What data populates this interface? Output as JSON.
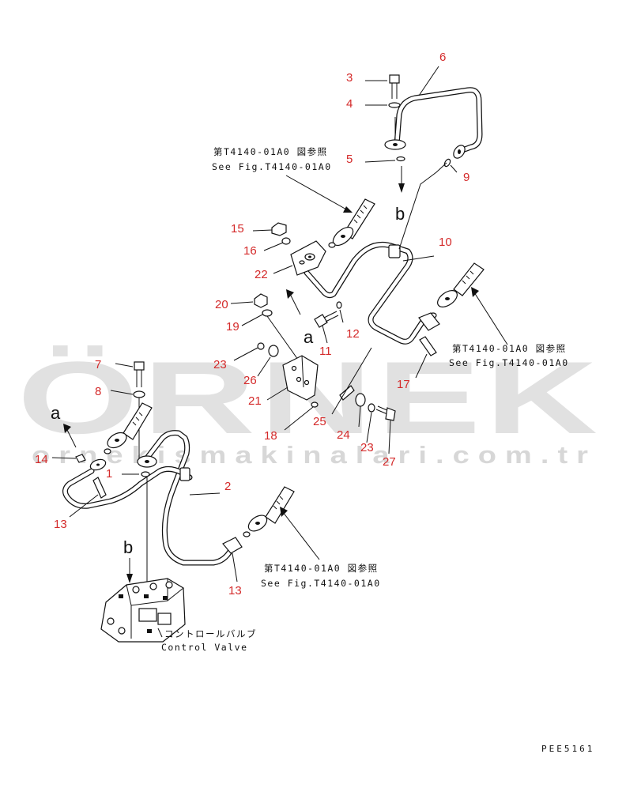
{
  "watermark": {
    "brand": "ÖRNEK",
    "url": "ornekismakinalari.com.tr",
    "accent_color": "#f3d27a",
    "gray_color": "#c9c9c9"
  },
  "part_numbers_color": "#d42a2a",
  "callouts": {
    "c1": "1",
    "c2": "2",
    "c3": "3",
    "c4": "4",
    "c5": "5",
    "c6": "6",
    "c7": "7",
    "c8": "8",
    "c9": "9",
    "c10": "10",
    "c11": "11",
    "c12": "12",
    "c13a": "13",
    "c13b": "13",
    "c14": "14",
    "c15": "15",
    "c16": "16",
    "c17": "17",
    "c18": "18",
    "c19": "19",
    "c20": "20",
    "c21": "21",
    "c22": "22",
    "c23a": "23",
    "c23b": "23",
    "c24": "24",
    "c25": "25",
    "c26": "26",
    "c27": "27"
  },
  "references": {
    "ref_top": {
      "jp": "第T4140-01A0 図参照",
      "en": "See Fig.T4140-01A0"
    },
    "ref_right": {
      "jp": "第T4140-01A0 図参照",
      "en": "See Fig.T4140-01A0"
    },
    "ref_bottom": {
      "jp": "第T4140-01A0 図参照",
      "en": "See Fig.T4140-01A0"
    }
  },
  "connection_letters": {
    "b_top": "b",
    "a_mid": "a",
    "a_left": "a",
    "b_bottom": "b"
  },
  "control_valve": {
    "jp": "コントロールバルブ",
    "en": "Control Valve"
  },
  "drawing_code": "PEE5161"
}
